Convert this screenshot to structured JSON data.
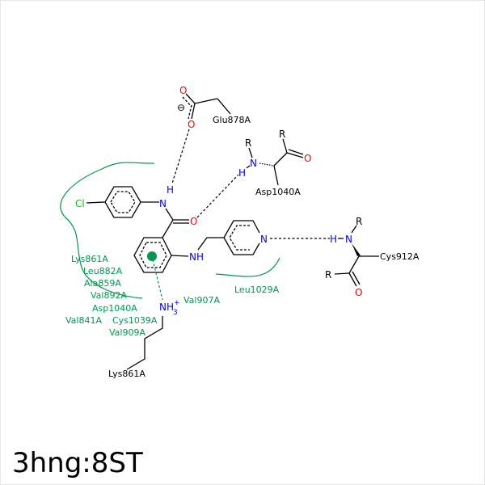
{
  "title": "3hng:8ST",
  "colors": {
    "hydrophobic": "#00994c",
    "nitrogen": "#0000ff",
    "oxygen": "#ff0000",
    "chlorine": "#00cc00"
  },
  "atoms": {
    "O": "O",
    "N": "N",
    "H": "H",
    "R": "R",
    "Cl": "Cl",
    "NH": "NH",
    "NH3": "NH",
    "sub3": "3",
    "plus": "+",
    "minus": "⊖"
  },
  "residues": {
    "glu": "Glu878A",
    "asp_hbond": "Asp1040A",
    "cys": "Cys912A",
    "lys_cation": "Lys861A"
  },
  "hydrophobic": {
    "left": [
      "Lys861A",
      "Leu882A",
      "Ala859A",
      "Val892A",
      "Asp1040A",
      "Val841A",
      "Cys1039A",
      "Val909A"
    ],
    "val907": "Val907A",
    "leu1029": "Leu1029A"
  }
}
